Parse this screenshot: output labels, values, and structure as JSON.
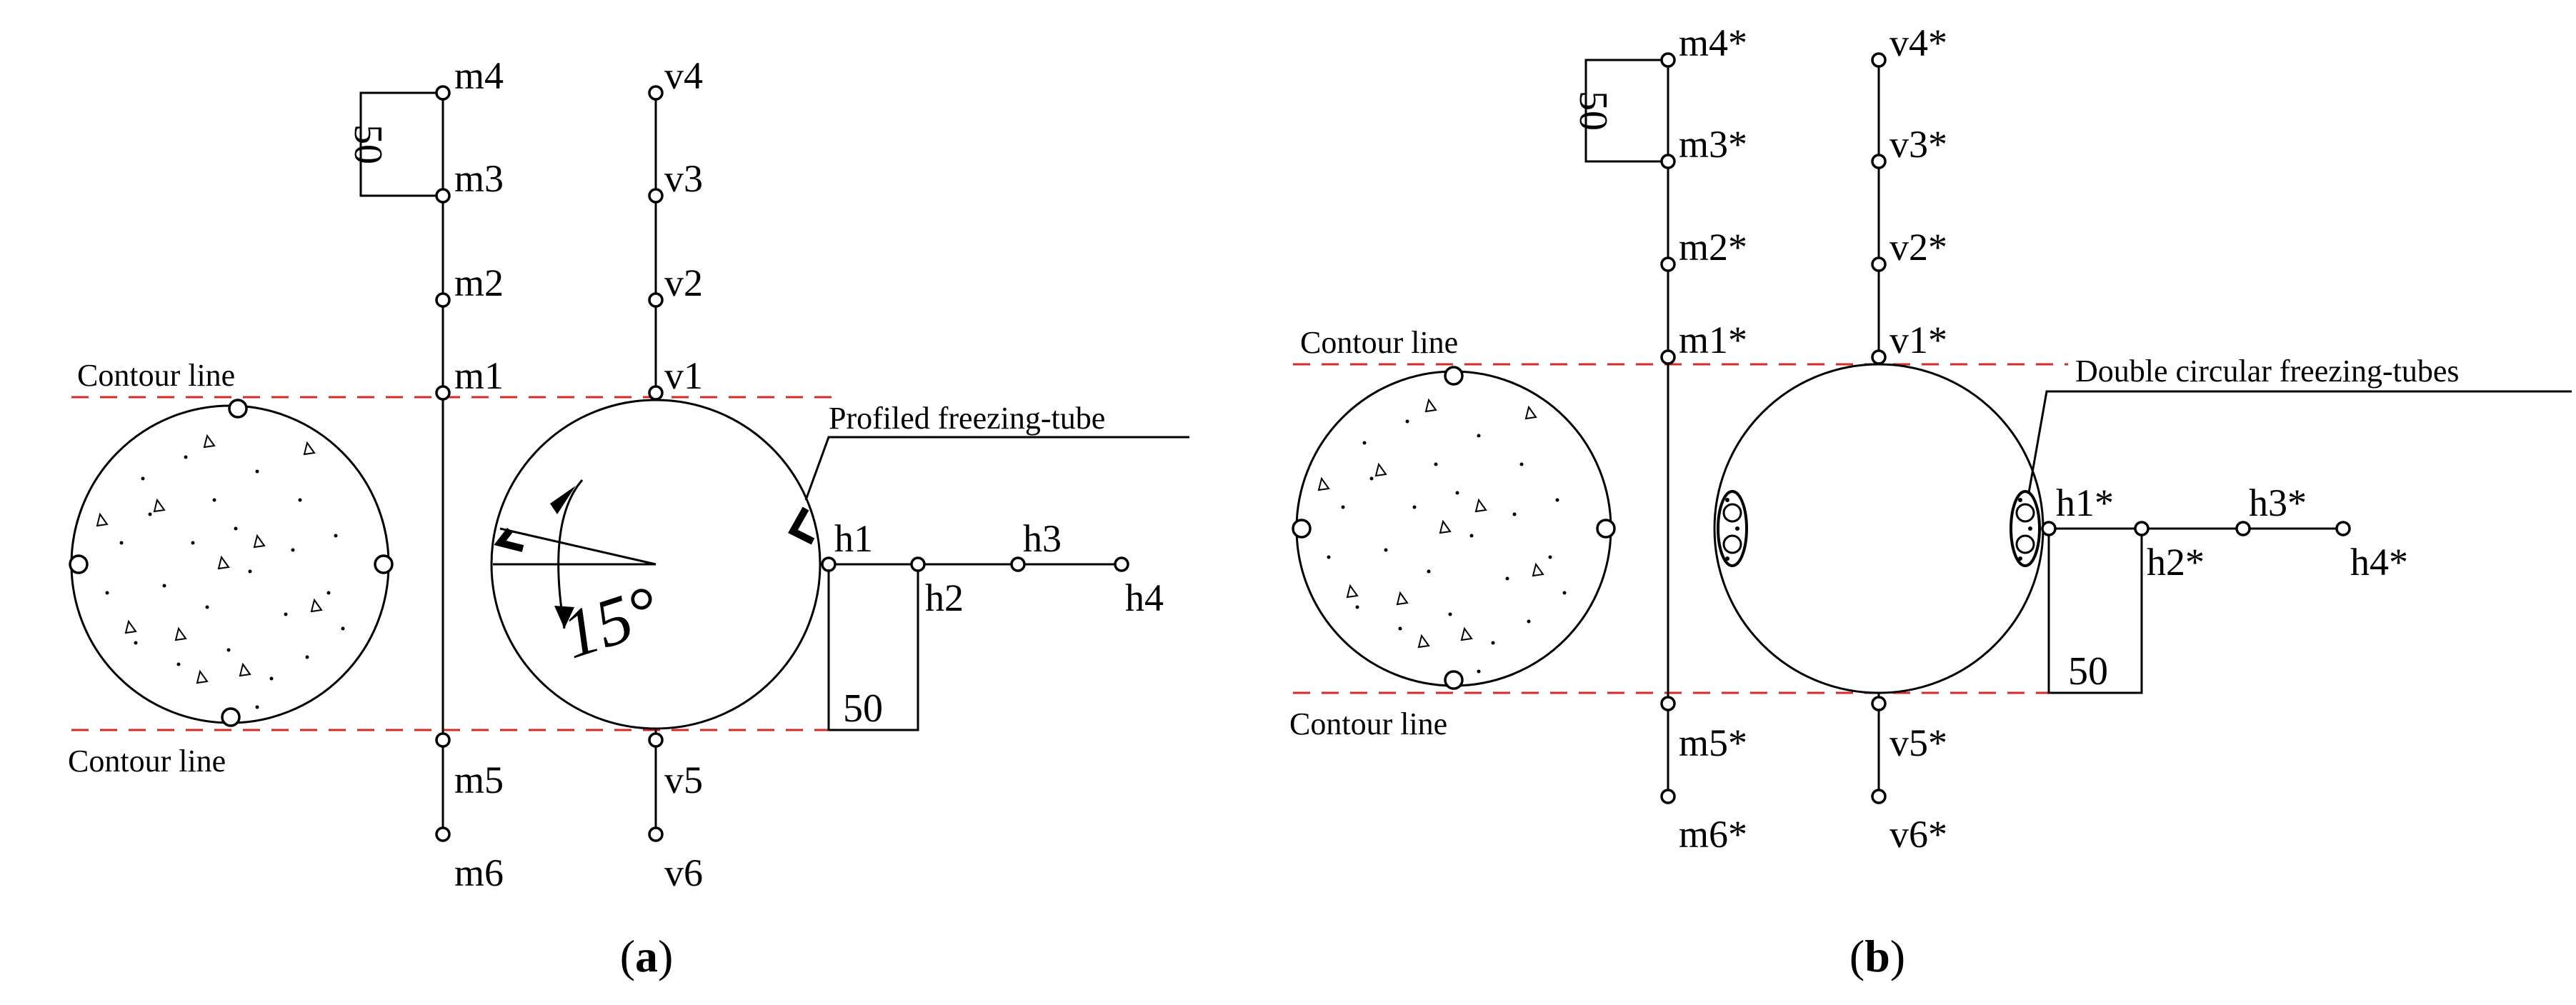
{
  "panel_a": {
    "caption": "a",
    "contour_top": "Contour line",
    "contour_bottom": "Contour line",
    "tube_label": "Profiled freezing-tube",
    "angle_label": "15°",
    "dim_vertical": "50",
    "dim_horizontal": "50",
    "m_points": [
      "m4",
      "m3",
      "m2",
      "m1",
      "m5",
      "m6"
    ],
    "v_points": [
      "v4",
      "v3",
      "v2",
      "v1",
      "v5",
      "v6"
    ],
    "h_points": [
      "h1",
      "h2",
      "h3",
      "h4"
    ]
  },
  "panel_b": {
    "caption": "b",
    "contour_top": "Contour line",
    "contour_bottom": "Contour line",
    "tube_label": "Double circular freezing-tubes",
    "dim_vertical": "50",
    "dim_horizontal": "50",
    "m_points": [
      "m4*",
      "m3*",
      "m2*",
      "m1*",
      "m5*",
      "m6*"
    ],
    "v_points": [
      "v4*",
      "v3*",
      "v2*",
      "v1*",
      "v5*",
      "v6*"
    ],
    "h_points": [
      "h1*",
      "h2*",
      "h3*",
      "h4*"
    ]
  }
}
